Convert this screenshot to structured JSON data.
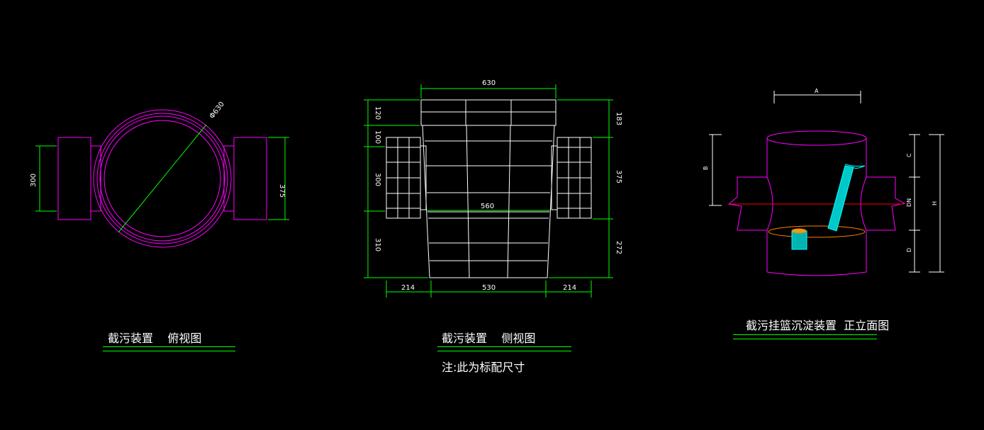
{
  "views": {
    "top": {
      "title": "截污装置    俯视图",
      "diameter": "Φ630",
      "left_dim": "300",
      "right_dim": "375"
    },
    "side": {
      "title": "截污装置    侧视图",
      "note": "注:此为标配尺寸",
      "top_width": "630",
      "mid_width": "560",
      "bottom_dims": [
        "214",
        "530",
        "214"
      ],
      "left_dims": [
        "120",
        "100",
        "300",
        "310"
      ],
      "right_dims": [
        "183",
        "375",
        "272"
      ]
    },
    "front": {
      "title": "截污挂篮沉淀装置  正立面图",
      "top_dim": "A",
      "left_dim": "B",
      "right_dims": [
        "C",
        "DN",
        "D"
      ],
      "right_total": "H"
    }
  },
  "colors": {
    "background": "#000000",
    "outline": "#ff00ff",
    "dimension": "#00ff00",
    "body": "#ffffff",
    "basket": "#00ffff",
    "water": "#ff8000",
    "pipe_axis": "#ff0000"
  }
}
